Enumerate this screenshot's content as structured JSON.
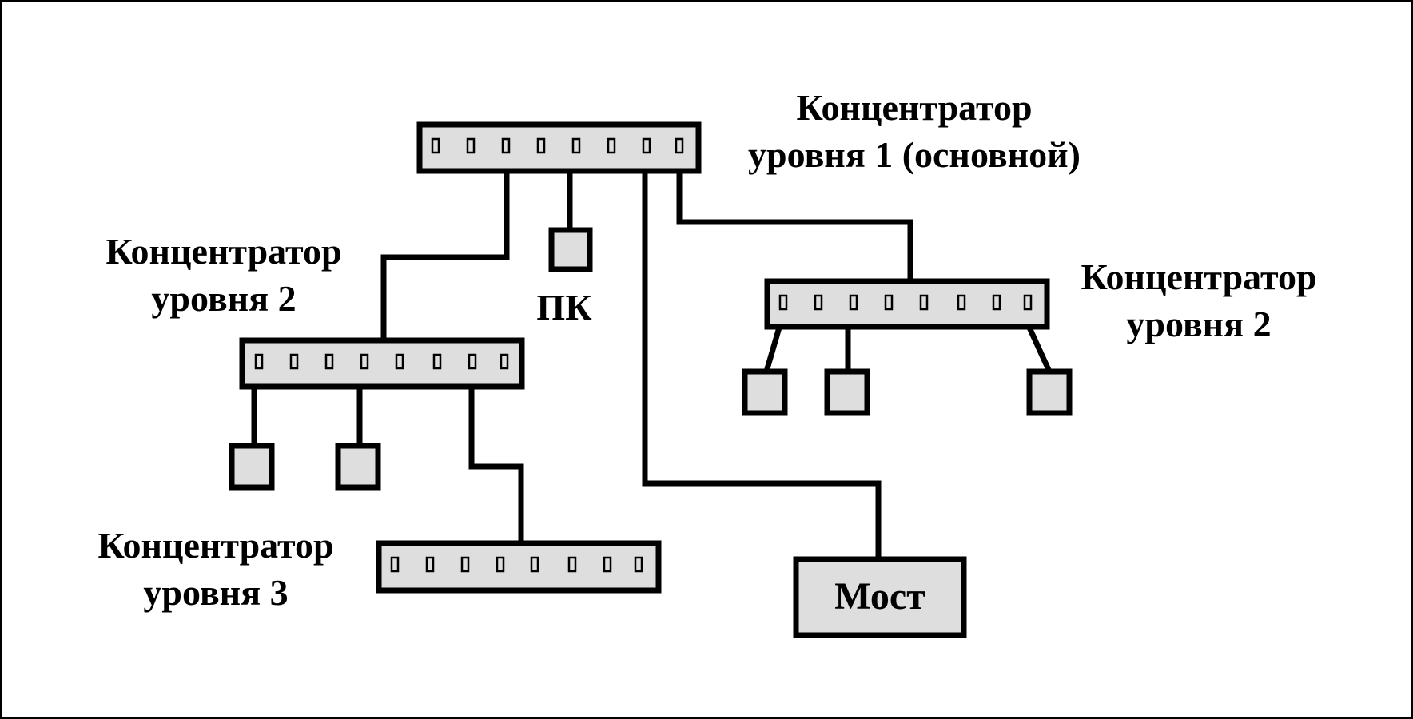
{
  "hubs": {
    "level1": {
      "label_line1": "Концентратор",
      "label_line2": "уровня 1 (основной)"
    },
    "level2_left": {
      "label_line1": "Концентратор",
      "label_line2": "уровня 2"
    },
    "level2_right": {
      "label_line1": "Концентратор",
      "label_line2": "уровня 2"
    },
    "level3": {
      "label_line1": "Концентратор",
      "label_line2": "уровня 3"
    }
  },
  "pc": {
    "label": "ПК"
  },
  "bridge": {
    "label": "Мост"
  },
  "colors": {
    "fill": "#dedede",
    "stroke": "#000000",
    "background": "#ffffff"
  }
}
